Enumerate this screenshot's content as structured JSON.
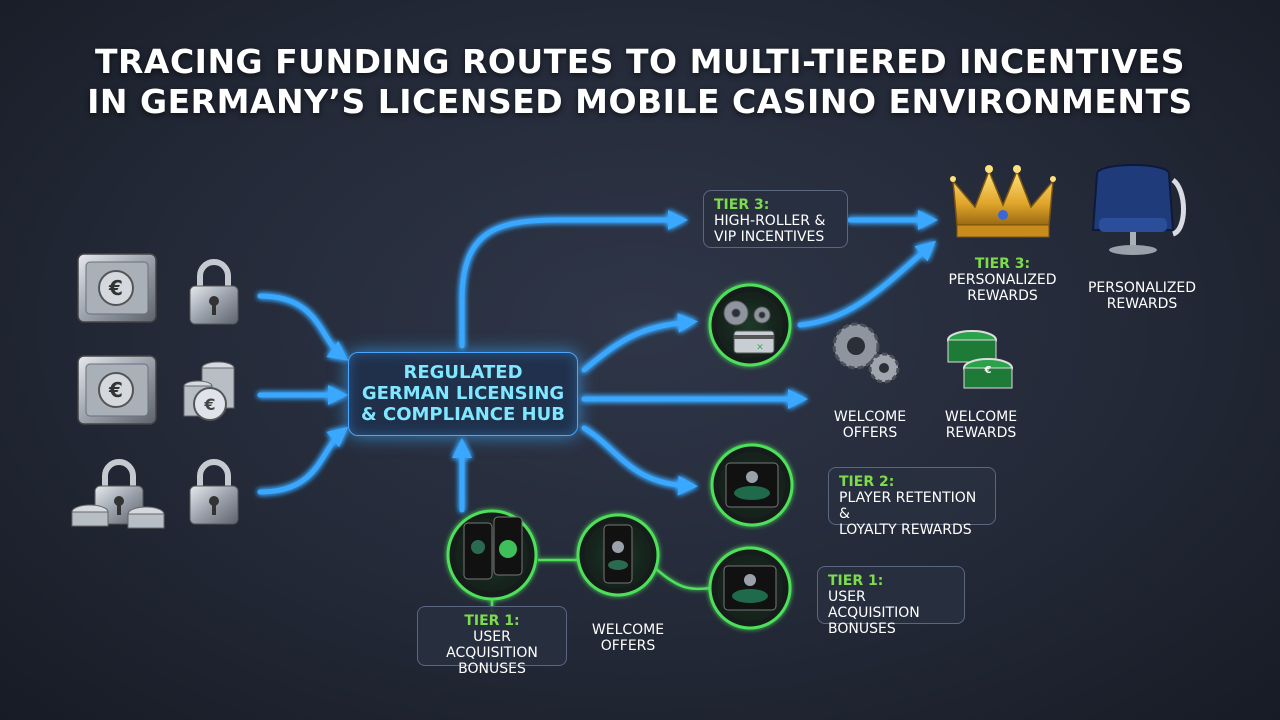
{
  "title": {
    "line1": "TRACING FUNDING ROUTES TO MULTI-TIERED INCENTIVES",
    "line2": "IN GERMANY’S LICENSED MOBILE CASINO ENVIRONMENTS"
  },
  "hub": {
    "line1": "REGULATED",
    "line2": "GERMAN LICENSING",
    "line3": "& COMPLIANCE HUB"
  },
  "tier3_box": {
    "tier": "TIER 3:",
    "line1": "HIGH-ROLLER &",
    "line2": "VIP INCENTIVES"
  },
  "tier3_rewards": {
    "tier": "TIER 3:",
    "line1": "PERSONALIZED",
    "line2": "REWARDS"
  },
  "personalized_rewards": {
    "line1": "PERSONALIZED",
    "line2": "REWARDS"
  },
  "welcome_offers_right": {
    "line1": "WELCOME",
    "line2": "OFFERS"
  },
  "welcome_rewards": {
    "line1": "WELCOME",
    "line2": "REWARDS"
  },
  "tier2_box": {
    "tier": "TIER 2:",
    "line1": "PLAYER RETENTION &",
    "line2": "LOYALTY REWARDS"
  },
  "tier1_box_right": {
    "tier": "TIER 1:",
    "line1": "USER ACQUISITION",
    "line2": "BONUSES"
  },
  "tier1_box_bottom": {
    "tier": "TIER 1:",
    "line1": "USER ACQUISITION",
    "line2": "BONUSES"
  },
  "welcome_offers_bottom": {
    "line1": "WELCOME",
    "line2": "OFFERS"
  },
  "card_text": "▯▯▯ ▯▯▯",
  "icons": [
    "safe-euro-icon",
    "padlock-icon",
    "euro-coins-icon",
    "gears-icon",
    "card-icon",
    "crown-icon",
    "armchair-icon",
    "poker-chips-icon",
    "smartphone-icon",
    "tablet-icon"
  ],
  "colors": {
    "flow_blue": "#3aa8ff",
    "tier_green": "#7ddc4a",
    "hub_text": "#7fe7ff",
    "gold": "#e9b43a"
  }
}
